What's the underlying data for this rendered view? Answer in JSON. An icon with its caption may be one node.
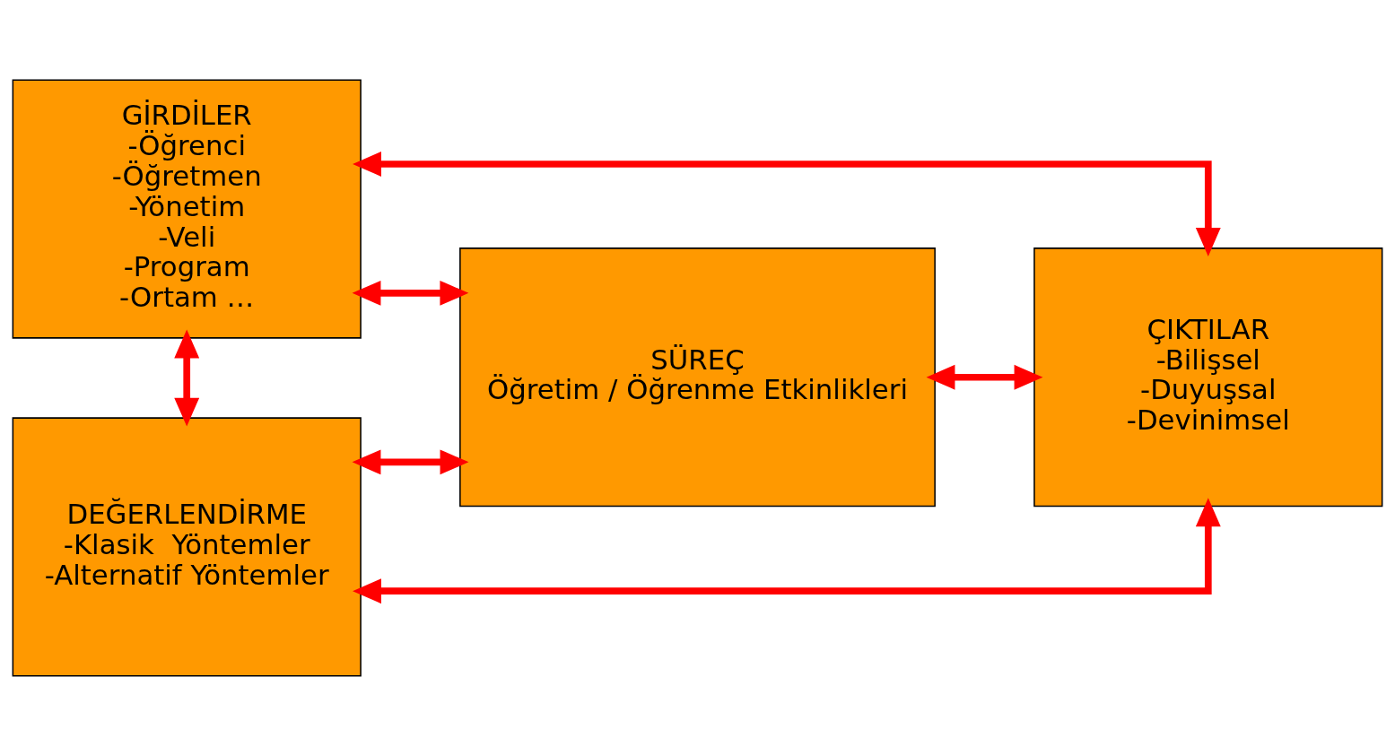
{
  "diagram": {
    "nodes": [
      {
        "text": [
          "GİRDİLER",
          "-Öğrenci",
          "-Öğretmen",
          "-Yönetim",
          "-Veli",
          "-Program",
          "-Ortam …"
        ]
      },
      {
        "text": [
          "SÜREÇ",
          "Öğretim / Öğrenme Etkinlikleri"
        ]
      },
      {
        "text": [
          "ÇIKTILAR",
          "-Bilişsel",
          "-Duyuşsal",
          "-Devinimsel"
        ]
      },
      {
        "text": [
          "DEĞERLENDİRME",
          "-Klasik  Yöntemler",
          "-Alternatif Yöntemler"
        ]
      }
    ],
    "edges": [
      {
        "from": 0,
        "to": 2,
        "arrow": "both"
      },
      {
        "from": 0,
        "to": 1,
        "arrow": "both"
      },
      {
        "from": 1,
        "to": 2,
        "arrow": "both"
      },
      {
        "from": 1,
        "to": 3,
        "arrow": "both"
      },
      {
        "from": 0,
        "to": 3,
        "arrow": "both"
      },
      {
        "from": 2,
        "to": 3,
        "arrow": "both"
      }
    ]
  }
}
